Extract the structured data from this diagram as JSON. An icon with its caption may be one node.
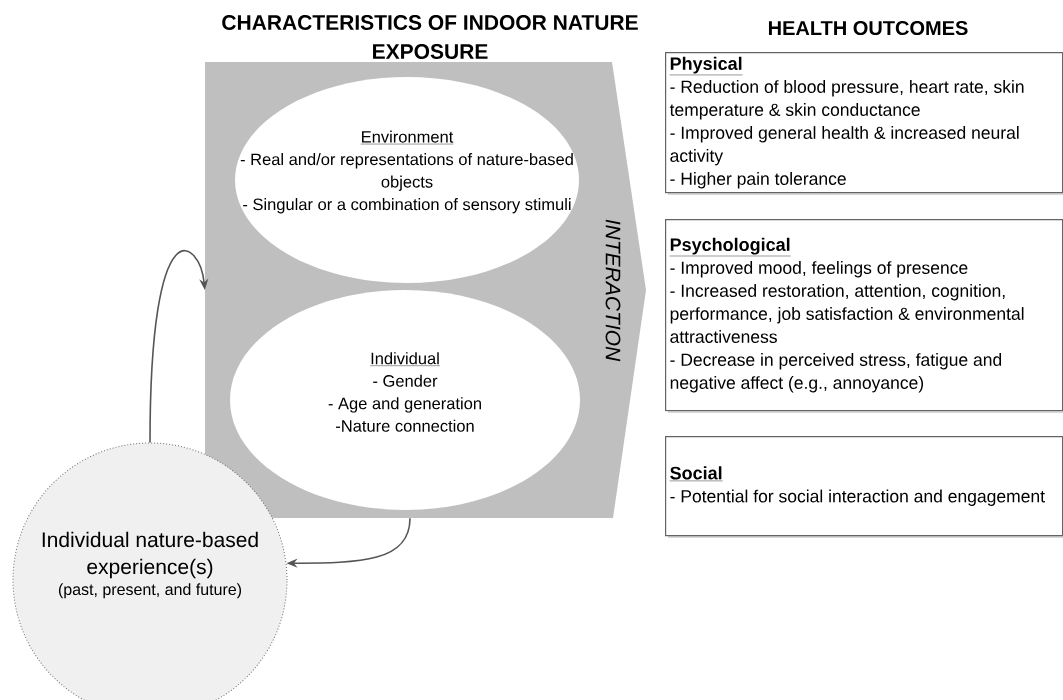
{
  "diagram": {
    "nodes": [
      {
        "text": [
          "CHARACTERISTICS OF INDOOR NATURE EXPOSURE",
          "INTERACTION"
        ]
      },
      {
        "text": [
          "Environment",
          "- Real and/or representations of nature-based objects",
          "- Singular or a combination of sensory stimuli"
        ],
        "in": 0
      },
      {
        "text": [
          "Individual",
          "- Gender",
          "- Age and generation",
          "-Nature connection"
        ],
        "in": 0
      },
      {
        "text": [
          "Physical",
          "- Reduction of blood pressure, heart rate, skin temperature & skin conductance",
          "- Improved general health & increased neural activity",
          "- Higher pain tolerance"
        ]
      },
      {
        "text": [
          "Psychological",
          "- Improved mood, feelings of presence",
          "- Increased restoration, attention, cognition, performance, job satisfaction & environmental attractiveness",
          "- Decrease in perceived stress, fatigue and negative affect (e.g., annoyance)"
        ]
      },
      {
        "text": [
          "Social",
          "- Potential for social interaction and engagement"
        ]
      },
      {
        "text": [
          "Individual nature-based experience(s)",
          "(past, present, and future)"
        ]
      }
    ],
    "edges": [
      {
        "from": 0,
        "to": 6,
        "arrow": "to"
      },
      {
        "from": 6,
        "to": 0,
        "arrow": "to"
      }
    ],
    "labels": [
      "HEALTH OUTCOMES"
    ]
  }
}
